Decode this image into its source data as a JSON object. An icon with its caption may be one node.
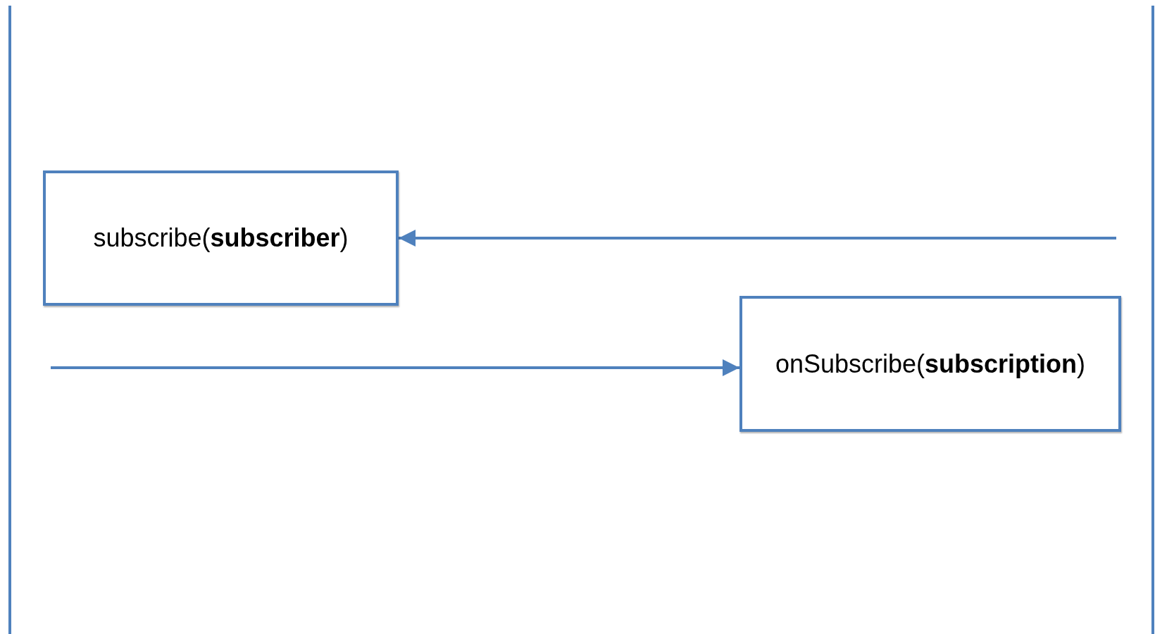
{
  "diagram": {
    "nodes": [
      {
        "text": [
          "subscribe(**subscriber**)"
        ]
      },
      {
        "text": [
          "onSubscribe(**subscription**)"
        ]
      }
    ],
    "edges": [
      {
        "from": null,
        "to": 0,
        "arrow": "to"
      },
      {
        "from": null,
        "to": 1,
        "arrow": "to"
      }
    ]
  }
}
